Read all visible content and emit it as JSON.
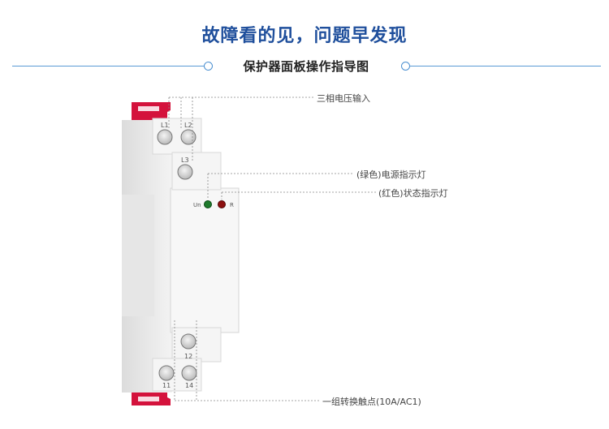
{
  "header": {
    "headline": "故障看的见，问题早发现",
    "subtitle": "保护器面板操作指导图"
  },
  "terminals": {
    "l1": "L1",
    "l2": "L2",
    "l3": "L3",
    "t12": "12",
    "t11": "11",
    "t14": "14"
  },
  "indicators": {
    "un": "Un",
    "r": "R"
  },
  "callouts": {
    "three_phase_input": "三相电压输入",
    "power_light": "(绿色)电源指示灯",
    "status_light": "(红色)状态指示灯",
    "contact": "一组转换触点(10A/AC1)"
  },
  "colors": {
    "headline": "#1f4f9c",
    "accent_rule": "#5a9bd5",
    "din_clip": "#d4123c",
    "power_led": "#1e7a2c",
    "status_led": "#8c1010"
  }
}
